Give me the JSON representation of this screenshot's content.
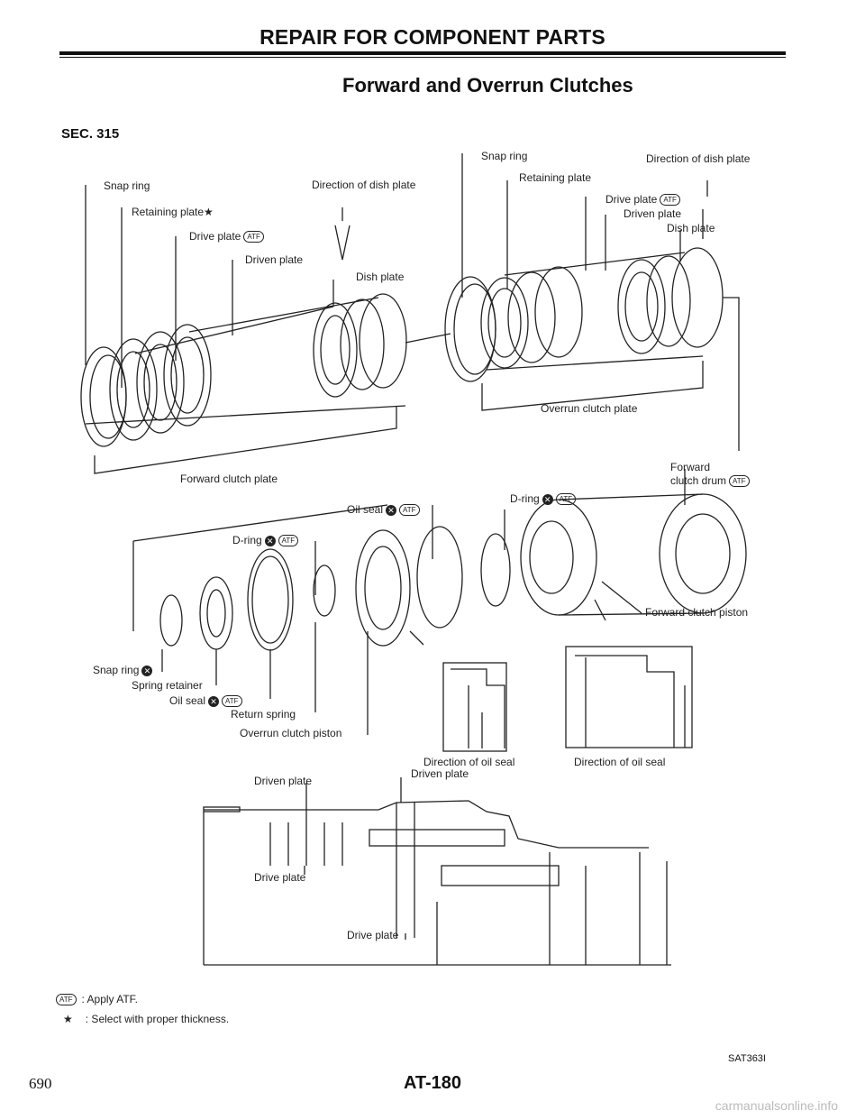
{
  "header": {
    "title": "REPAIR FOR COMPONENT PARTS",
    "subtitle": "Forward and Overrun Clutches",
    "section": "SEC. 315"
  },
  "labels": {
    "snap_ring_left": "Snap ring",
    "retaining_plate_left": "Retaining plate★",
    "drive_plate_left": "Drive plate",
    "driven_plate_left": "Driven plate",
    "direction_dish_left": "Direction of dish plate",
    "dish_plate_left": "Dish plate",
    "snap_ring_right": "Snap ring",
    "retaining_plate_right": "Retaining plate",
    "direction_dish_right": "Direction of dish plate",
    "drive_plate_right": "Drive plate",
    "driven_plate_right": "Driven plate",
    "dish_plate_right": "Dish plate",
    "overrun_clutch_plate": "Overrun clutch plate",
    "forward_clutch_plate": "Forward clutch plate",
    "forward_clutch_drum_1": "Forward",
    "forward_clutch_drum_2": "clutch drum",
    "oil_seal_top": "Oil seal",
    "d_ring_right": "D-ring",
    "d_ring_left": "D-ring",
    "forward_clutch_piston": "Forward clutch piston",
    "snap_ring_lower": "Snap ring",
    "spring_retainer": "Spring retainer",
    "oil_seal_lower": "Oil seal",
    "return_spring": "Return spring",
    "overrun_clutch_piston": "Overrun clutch piston",
    "direction_oil_seal_1": "Direction of oil seal",
    "direction_oil_seal_2": "Direction of oil seal",
    "driven_plate_sec1": "Driven plate",
    "driven_plate_sec2": "Driven plate",
    "drive_plate_sec1": "Drive plate",
    "drive_plate_sec2": "Drive plate",
    "atf": "ATF"
  },
  "legend": {
    "atf_text": ": Apply ATF.",
    "star_symbol": "★",
    "star_text": ": Select with proper thickness."
  },
  "footer": {
    "page_num": "690",
    "code": "SAT363I",
    "page_label": "AT-180",
    "watermark": "carmanualsonline.info"
  }
}
